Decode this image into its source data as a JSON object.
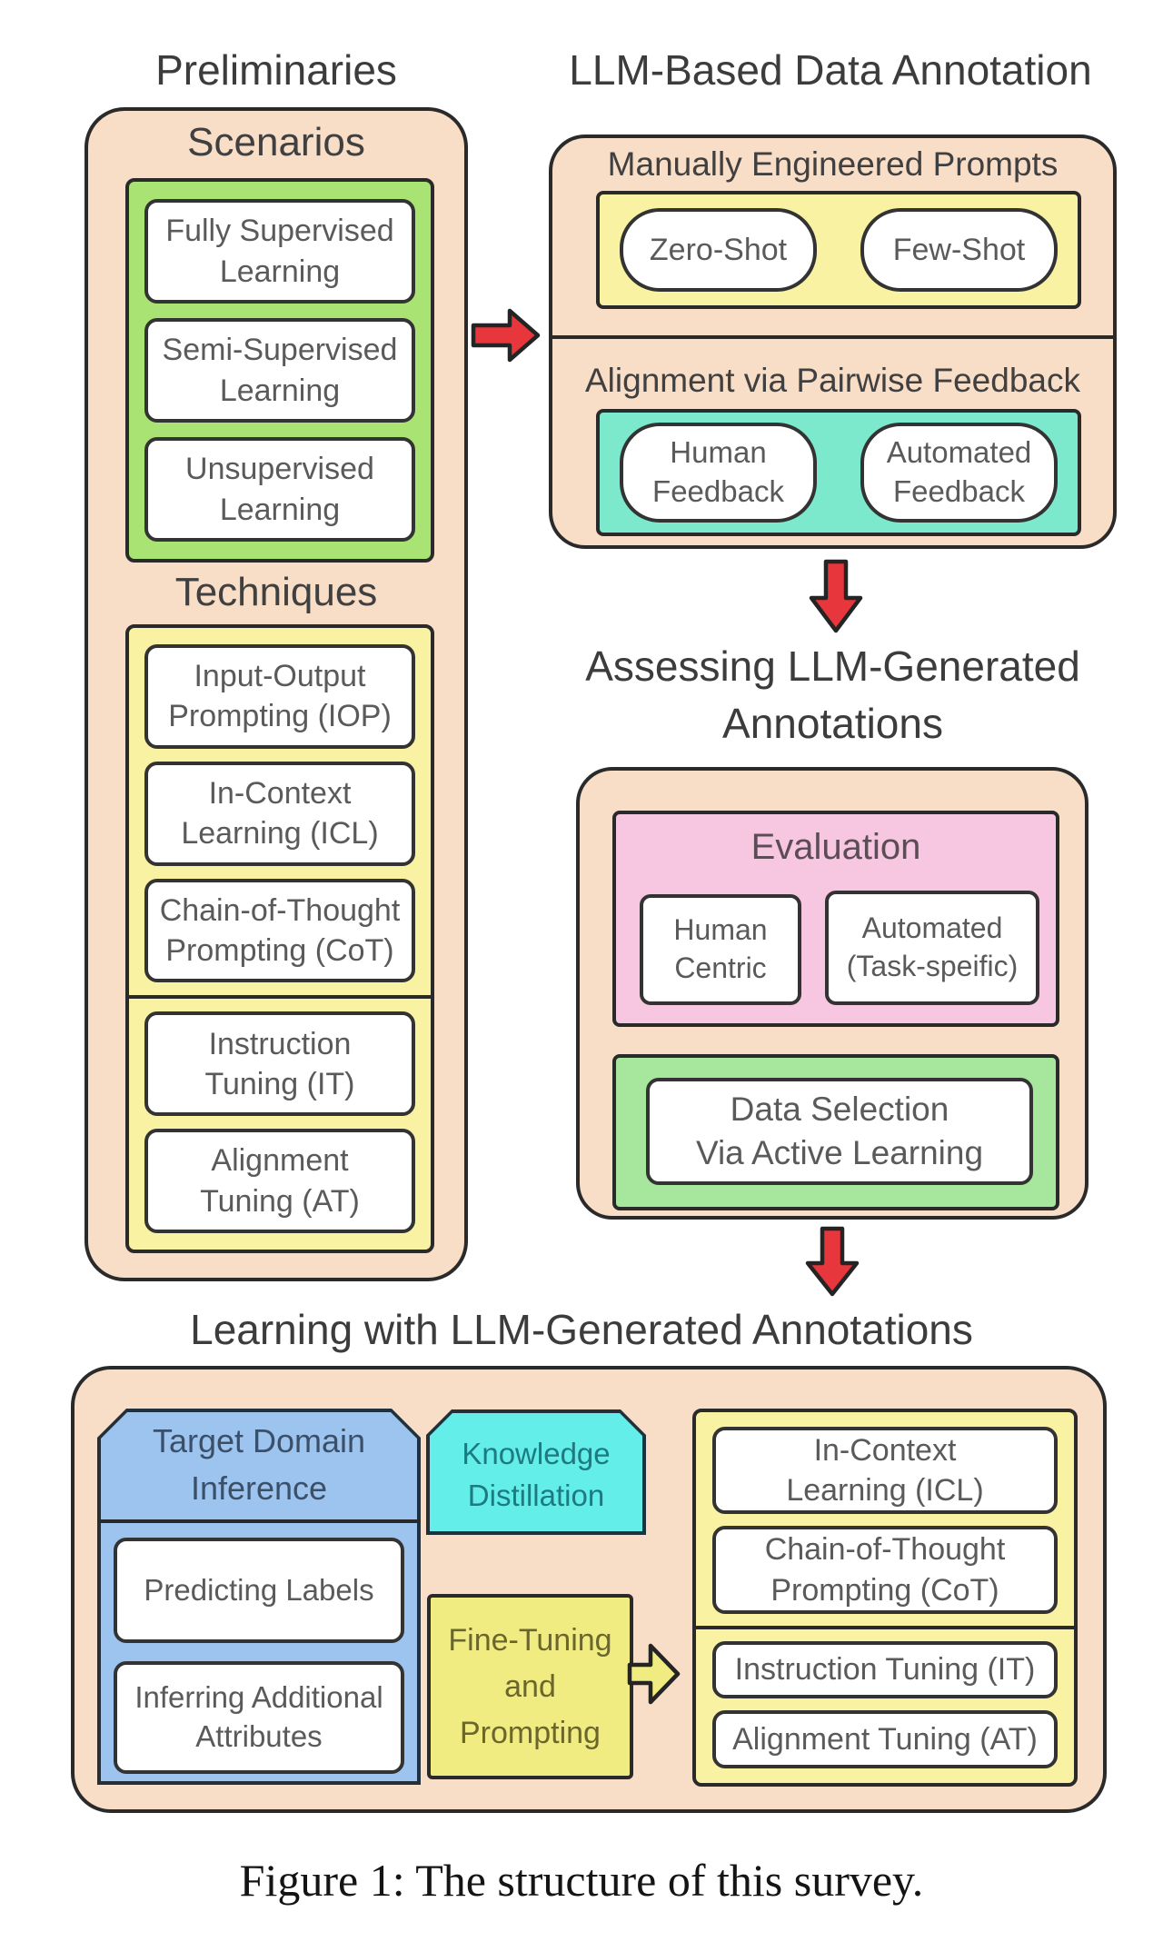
{
  "titles": {
    "preliminaries": "Preliminaries",
    "llm_annotation": "LLM-Based Data Annotation",
    "assessing": "Assessing LLM-Generated\nAnnotations",
    "learning": "Learning with LLM-Generated Annotations"
  },
  "caption": "Figure 1: The structure of this survey.",
  "preliminaries_panel": {
    "scenarios_header": "Scenarios",
    "scenarios": [
      "Fully Supervised\nLearning",
      "Semi-Supervised\nLearning",
      "Unsupervised\nLearning"
    ],
    "techniques_header": "Techniques",
    "techniques_prompting": [
      "Input-Output\nPrompting (IOP)",
      "In-Context\nLearning (ICL)",
      "Chain-of-Thought\nPrompting (CoT)"
    ],
    "techniques_tuning": [
      "Instruction\nTuning (IT)",
      "Alignment\nTuning (AT)"
    ]
  },
  "annotation_panel": {
    "prompts_header": "Manually Engineered Prompts",
    "prompts": [
      "Zero-Shot",
      "Few-Shot"
    ],
    "alignment_header": "Alignment via Pairwise Feedback",
    "alignment": [
      "Human\nFeedback",
      "Automated\nFeedback"
    ]
  },
  "assessing_panel": {
    "evaluation_header": "Evaluation",
    "evaluation": [
      "Human\nCentric",
      "Automated\n(Task-speific)"
    ],
    "data_selection": "Data Selection\nVia Active Learning"
  },
  "learning_panel": {
    "target_domain_header": "Target Domain\nInference",
    "target_domain": [
      "Predicting Labels",
      "Inferring Additional\nAttributes"
    ],
    "knowledge_distillation": "Knowledge\nDistillation",
    "fine_tuning": "Fine-Tuning\nand\nPrompting",
    "techniques_prompting": [
      "In-Context\nLearning (ICL)",
      "Chain-of-Thought\nPrompting (CoT)"
    ],
    "techniques_tuning": [
      "Instruction Tuning (IT)",
      "Alignment Tuning (AT)"
    ]
  },
  "icons": {
    "flow_arrow_right": "block-arrow-right",
    "flow_arrow_down": "block-arrow-down",
    "fine_tuning_arrow": "block-arrow-right"
  },
  "colors": {
    "panel_peach": "#f8ddc7",
    "outline": "#2a2a2a",
    "green_scenarios": "#a9e373",
    "yellow_container": "#f8f2a2",
    "yellow_fine_tuning": "#f0ec82",
    "teal_feedback": "#7ce9cd",
    "cyan_distillation": "#63eeea",
    "pink_evaluation": "#f7c7e1",
    "green_data_selection": "#a7e79d",
    "blue_target_domain": "#9cc4ef",
    "red_arrow": "#e8373c",
    "node_white": "#ffffff"
  }
}
